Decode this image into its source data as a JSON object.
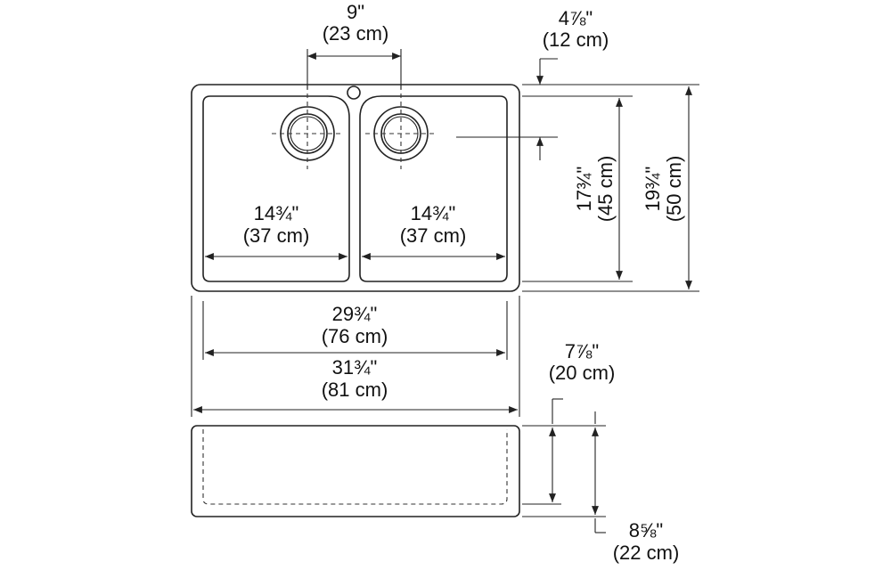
{
  "diagram": {
    "colors": {
      "line": "#222222",
      "text": "#111111",
      "background": "#ffffff"
    },
    "dimensions": {
      "drain_spacing": {
        "imperial": "9\"",
        "metric": "(23 cm)"
      },
      "drain_offset": {
        "imperial": "4⅞\"",
        "metric": "(12 cm)"
      },
      "left_bowl_width": {
        "imperial": "14¾\"",
        "metric": "(37 cm)"
      },
      "right_bowl_width": {
        "imperial": "14¾\"",
        "metric": "(37 cm)"
      },
      "bowl_depth": {
        "imperial": "17¾\"",
        "metric": "(45 cm)"
      },
      "overall_depth": {
        "imperial": "19¾\"",
        "metric": "(50 cm)"
      },
      "inner_width": {
        "imperial": "29¾\"",
        "metric": "(76 cm)"
      },
      "overall_width": {
        "imperial": "31¾\"",
        "metric": "(81 cm)"
      },
      "bowl_height": {
        "imperial": "7⅞\"",
        "metric": "(20 cm)"
      },
      "overall_height": {
        "imperial": "8⅝\"",
        "metric": "(22 cm)"
      }
    }
  }
}
